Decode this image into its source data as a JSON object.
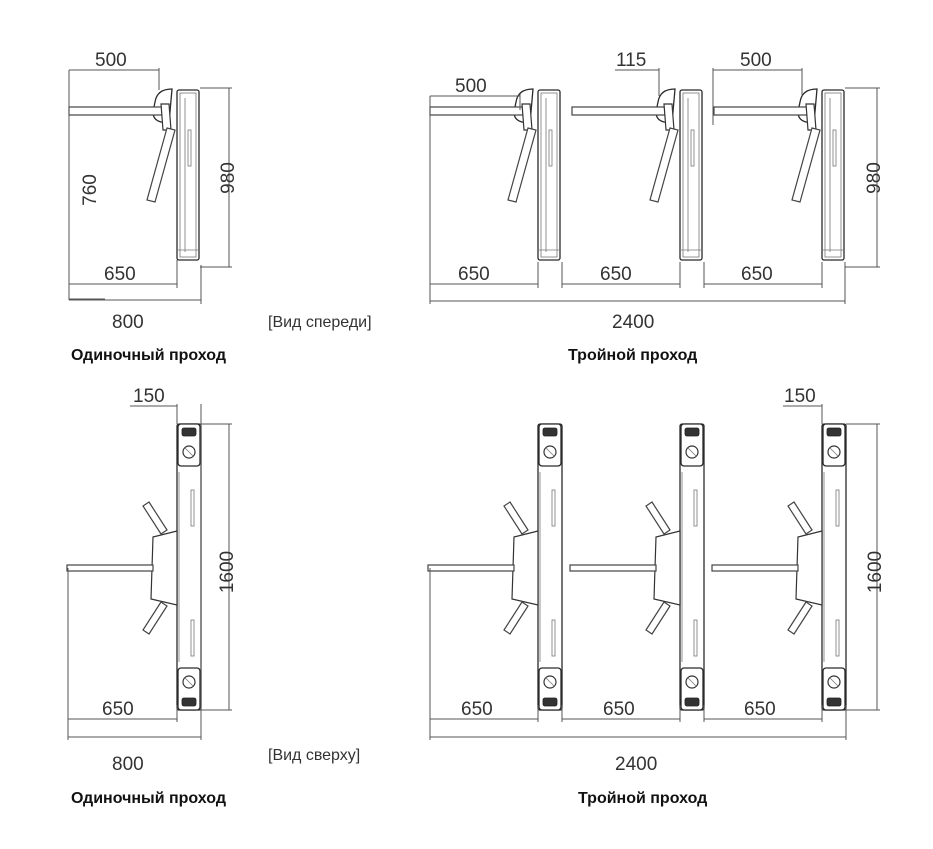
{
  "labels": {
    "front_view": "[Вид спереди]",
    "top_view": "[Вид сверху]",
    "single_pass": "Одиночный проход",
    "triple_pass": "Тройной проход"
  },
  "dims": {
    "d500": "500",
    "d115": "115",
    "d150": "150",
    "d760": "760",
    "d980": "980",
    "d1600": "1600",
    "d650": "650",
    "d800": "800",
    "d2400": "2400"
  }
}
